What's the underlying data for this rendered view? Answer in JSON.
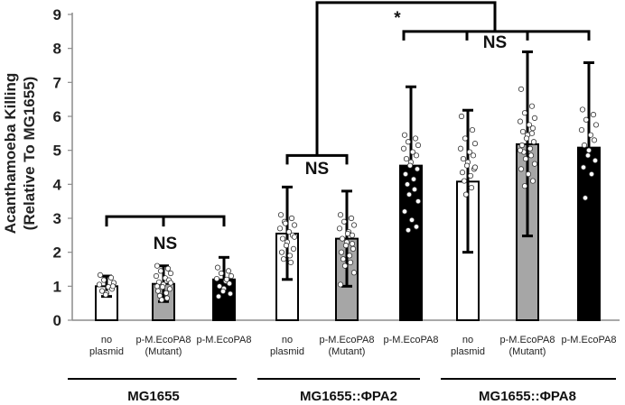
{
  "chart_data": {
    "type": "bar",
    "ylabel_line1": "Acanthamoeba Killing",
    "ylabel_line2": "(Relative To MG1655)",
    "ylim": [
      0,
      9
    ],
    "yticks": [
      "0",
      "1",
      "2",
      "3",
      "4",
      "5",
      "6",
      "7",
      "8",
      "9"
    ],
    "grid": false,
    "categories": [
      {
        "line1": "no",
        "line2": "plasmid",
        "value": 1.0,
        "err_low": 0.7,
        "err_high": 1.3,
        "fill": "#ffffff",
        "points": [
          1.33,
          1.25,
          1.18,
          1.1,
          1.05,
          0.98,
          0.92,
          0.86,
          0.8,
          0.75,
          1.0
        ]
      },
      {
        "line1": "p-M.EcoPA8",
        "line2": "(Mutant)",
        "value": 1.07,
        "err_low": 0.55,
        "err_high": 1.6,
        "fill": "#a6a6a6",
        "points": [
          1.6,
          1.52,
          1.45,
          1.38,
          1.3,
          1.24,
          1.18,
          1.12,
          1.05,
          0.98,
          0.92,
          0.86,
          0.8,
          0.72,
          0.65,
          0.6,
          1.1,
          1.0
        ]
      },
      {
        "line1": "p-M.EcoPA8",
        "line2": "",
        "value": 1.2,
        "err_low": 0.55,
        "err_high": 1.85,
        "fill": "#000000",
        "points": [
          1.55,
          1.45,
          1.38,
          1.3,
          1.22,
          1.15,
          1.08,
          1.0,
          0.93,
          0.85,
          0.78,
          0.7,
          1.2
        ]
      },
      {
        "line1": "no",
        "line2": "plasmid",
        "value": 2.55,
        "err_low": 1.2,
        "err_high": 3.92,
        "fill": "#ffffff",
        "points": [
          3.1,
          3.0,
          2.9,
          2.8,
          2.7,
          2.6,
          2.5,
          2.4,
          2.3,
          2.2,
          2.1,
          2.0,
          1.9,
          1.8,
          1.7,
          2.85,
          2.45
        ]
      },
      {
        "line1": "p-M.EcoPA8",
        "line2": "(Mutant)",
        "value": 2.4,
        "err_low": 1.0,
        "err_high": 3.8,
        "fill": "#a6a6a6",
        "points": [
          3.1,
          3.0,
          2.9,
          2.8,
          2.7,
          2.6,
          2.5,
          2.4,
          2.3,
          2.2,
          2.1,
          2.0,
          1.9,
          1.8,
          1.7,
          1.6,
          1.4,
          1.05,
          2.55,
          2.25
        ]
      },
      {
        "line1": "p-M.EcoPA8",
        "line2": "",
        "value": 4.55,
        "err_low": 2.25,
        "err_high": 6.87,
        "fill": "#000000",
        "points": [
          5.45,
          5.35,
          5.25,
          5.15,
          5.05,
          4.95,
          4.85,
          4.75,
          4.65,
          4.55,
          4.45,
          4.3,
          4.15,
          4.0,
          3.85,
          3.7,
          3.5,
          3.2,
          2.95,
          2.75,
          2.65
        ]
      },
      {
        "line1": "no",
        "line2": "plasmid",
        "value": 4.08,
        "err_low": 2.0,
        "err_high": 6.18,
        "fill": "#ffffff",
        "points": [
          6.0,
          5.6,
          5.35,
          5.2,
          5.05,
          4.95,
          4.85,
          4.75,
          4.65,
          4.55,
          4.45,
          4.35,
          4.25,
          4.1,
          3.9,
          3.7,
          4.5
        ]
      },
      {
        "line1": "p-M.EcoPA8",
        "line2": "(Mutant)",
        "value": 5.18,
        "err_low": 2.48,
        "err_high": 7.9,
        "fill": "#a6a6a6",
        "points": [
          6.8,
          6.3,
          6.1,
          5.95,
          5.85,
          5.75,
          5.65,
          5.55,
          5.45,
          5.35,
          5.25,
          5.15,
          5.05,
          4.95,
          4.85,
          4.75,
          4.6,
          4.45,
          4.3,
          4.1,
          3.95,
          5.5,
          5.0
        ]
      },
      {
        "line1": "p-M.EcoPA8",
        "line2": "",
        "value": 5.08,
        "err_low": 2.58,
        "err_high": 7.58,
        "fill": "#000000",
        "points": [
          6.2,
          6.05,
          5.9,
          5.75,
          5.6,
          5.45,
          5.3,
          5.15,
          5.0,
          4.85,
          4.7,
          4.5,
          4.3,
          3.6
        ]
      }
    ],
    "groups": [
      {
        "label": "MG1655",
        "from": 0,
        "to": 2
      },
      {
        "label": "MG1655::ΦPA2",
        "from": 3,
        "to": 5
      },
      {
        "label": "MG1655::ΦPA8",
        "from": 6,
        "to": 8
      }
    ],
    "annotations": [
      {
        "text": "NS",
        "from": 0,
        "to": 2,
        "y": 3.05,
        "level": "low"
      },
      {
        "text": "NS",
        "from": 3,
        "to": 4,
        "y": 4.85,
        "level": "low"
      },
      {
        "text": "NS",
        "from": 5,
        "to": 8,
        "y": 8.5,
        "level": "low"
      },
      {
        "text": "*",
        "from": 4,
        "to": 7,
        "y": 9.35,
        "level": "high"
      }
    ]
  }
}
